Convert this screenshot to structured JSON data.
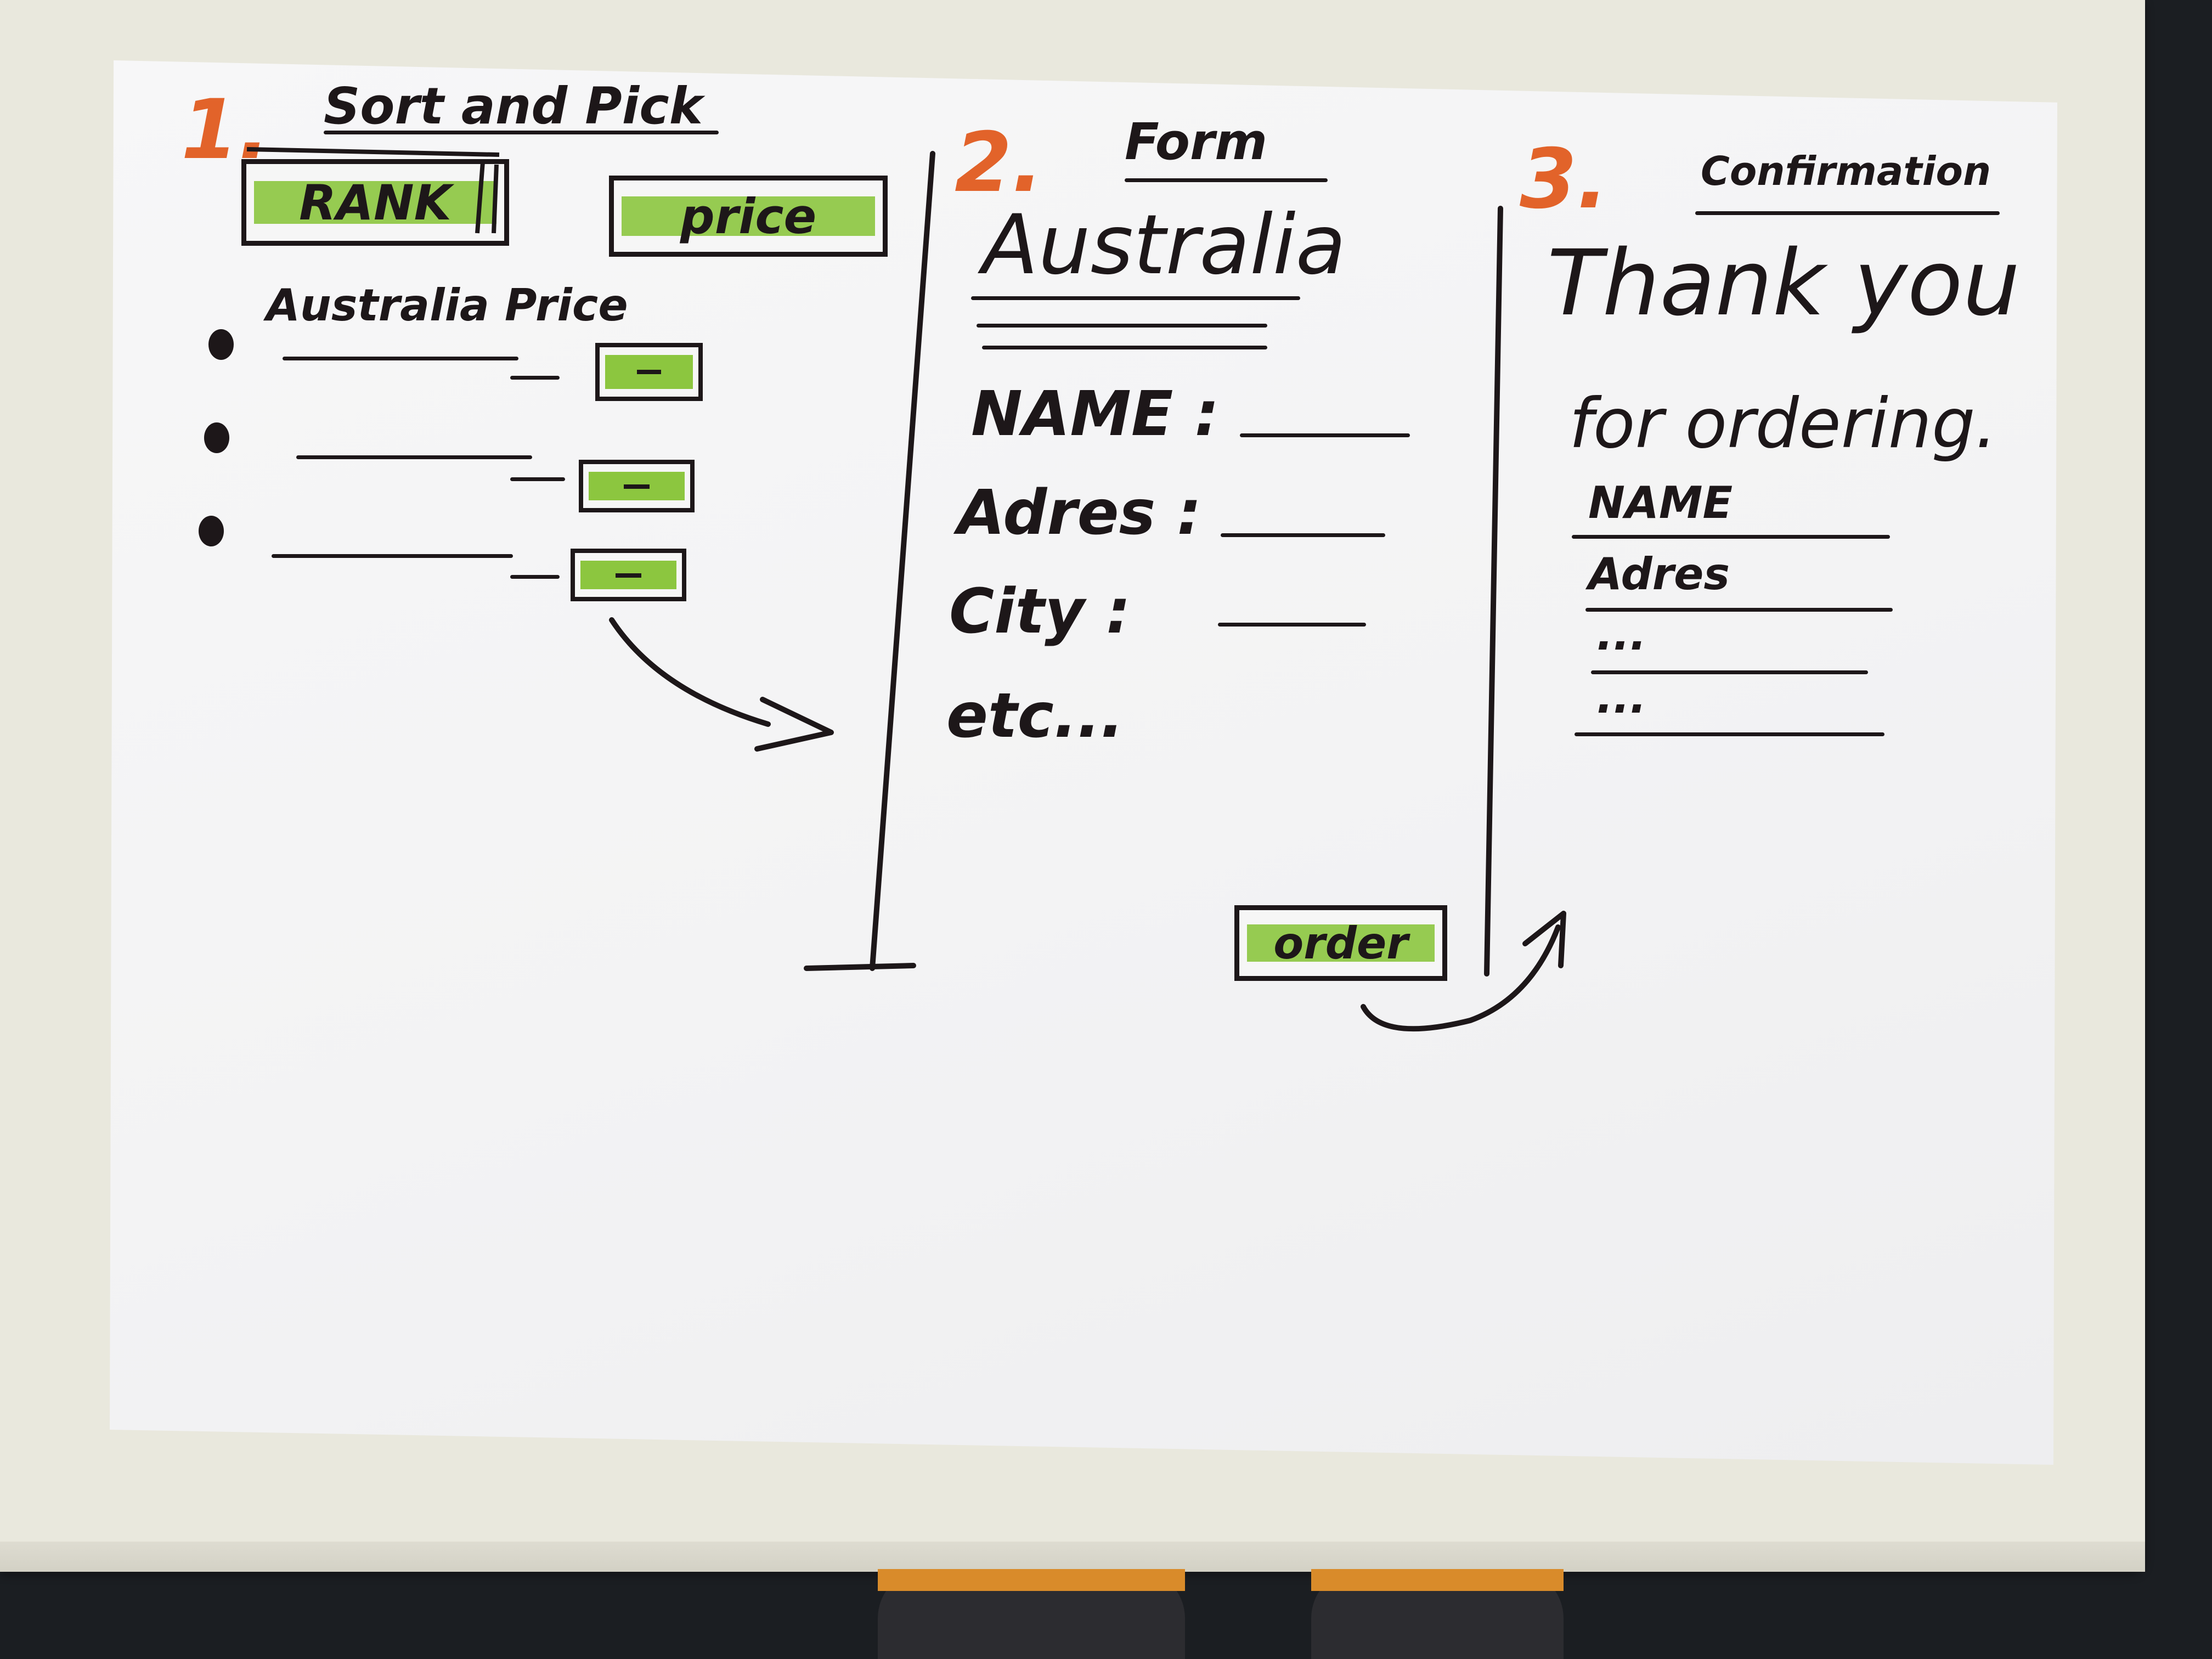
{
  "sheet": {
    "section1": {
      "number": "1.",
      "title": "Sort and Pick",
      "rank_button": "RANK",
      "price_button": "price",
      "first_item_label": "Australia Price",
      "item_button_mark": "—"
    },
    "section2": {
      "number": "2.",
      "title": "Form",
      "heading": "Australia",
      "fields": [
        "NAME :",
        "Adres :",
        "City :",
        "etc..."
      ],
      "order_button": "order"
    },
    "section3": {
      "number": "3.",
      "title": "Confirmation",
      "thanks_line1": "Thank you",
      "thanks_line2": "for ordering.",
      "summary": [
        "NAME",
        "Adres",
        "...",
        "..."
      ]
    }
  },
  "colors": {
    "ink": "#1d1719",
    "highlighter": "#8cc63f",
    "number_orange": "#e2632a",
    "paper": "#f5f5f6",
    "desk": "#e9e8dd"
  }
}
